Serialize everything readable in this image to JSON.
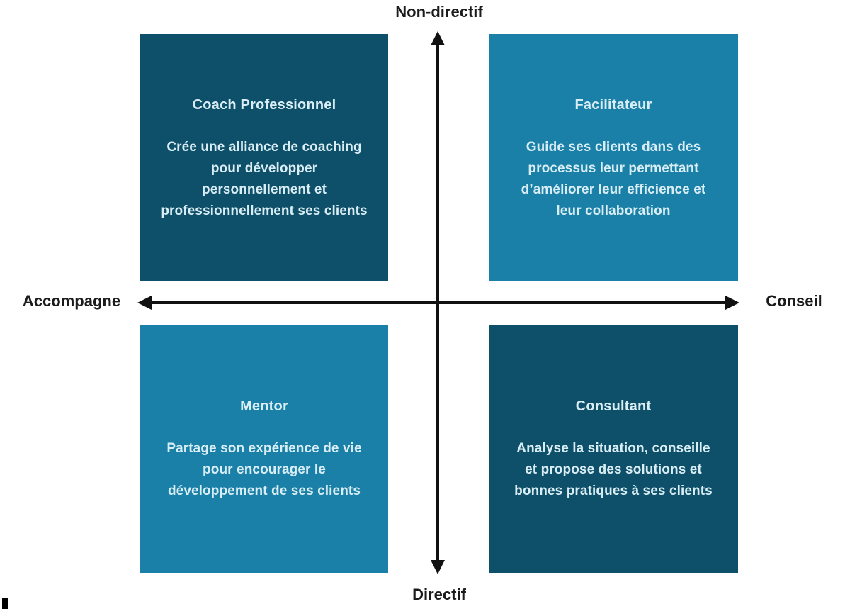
{
  "axes": {
    "top_label": "Non-directif",
    "bottom_label": "Directif",
    "left_label": "Accompagne",
    "right_label": "Conseil"
  },
  "quadrants": [
    {
      "position": "top-left",
      "title": "Coach Professionnel",
      "description": "Crée une alliance de coaching\npour développer\npersonnellement et\nprofessionnellement ses clients",
      "background_color": "#0e4f69",
      "text_color": "#d9edf4"
    },
    {
      "position": "top-right",
      "title": "Facilitateur",
      "description": "Guide ses clients dans des\nprocessus leur permettant\nd’améliorer leur efficience et\nleur collaboration",
      "background_color": "#1a80a8",
      "text_color": "#d9edf4"
    },
    {
      "position": "bottom-left",
      "title": "Mentor",
      "description": "Partage son expérience de vie\npour encourager le\ndéveloppement de ses clients",
      "background_color": "#1a80a8",
      "text_color": "#d9edf4"
    },
    {
      "position": "bottom-right",
      "title": "Consultant",
      "description": "Analyse la situation, conseille\net propose des solutions et\nbonnes pratiques à ses clients",
      "background_color": "#0e4f69",
      "text_color": "#d9edf4"
    }
  ],
  "colors": {
    "dark_quadrant": "#0e4f69",
    "light_quadrant": "#1a80a8",
    "axis_arrow": "#111111",
    "axis_label_text": "#1b1b1b",
    "background": "#ffffff"
  }
}
